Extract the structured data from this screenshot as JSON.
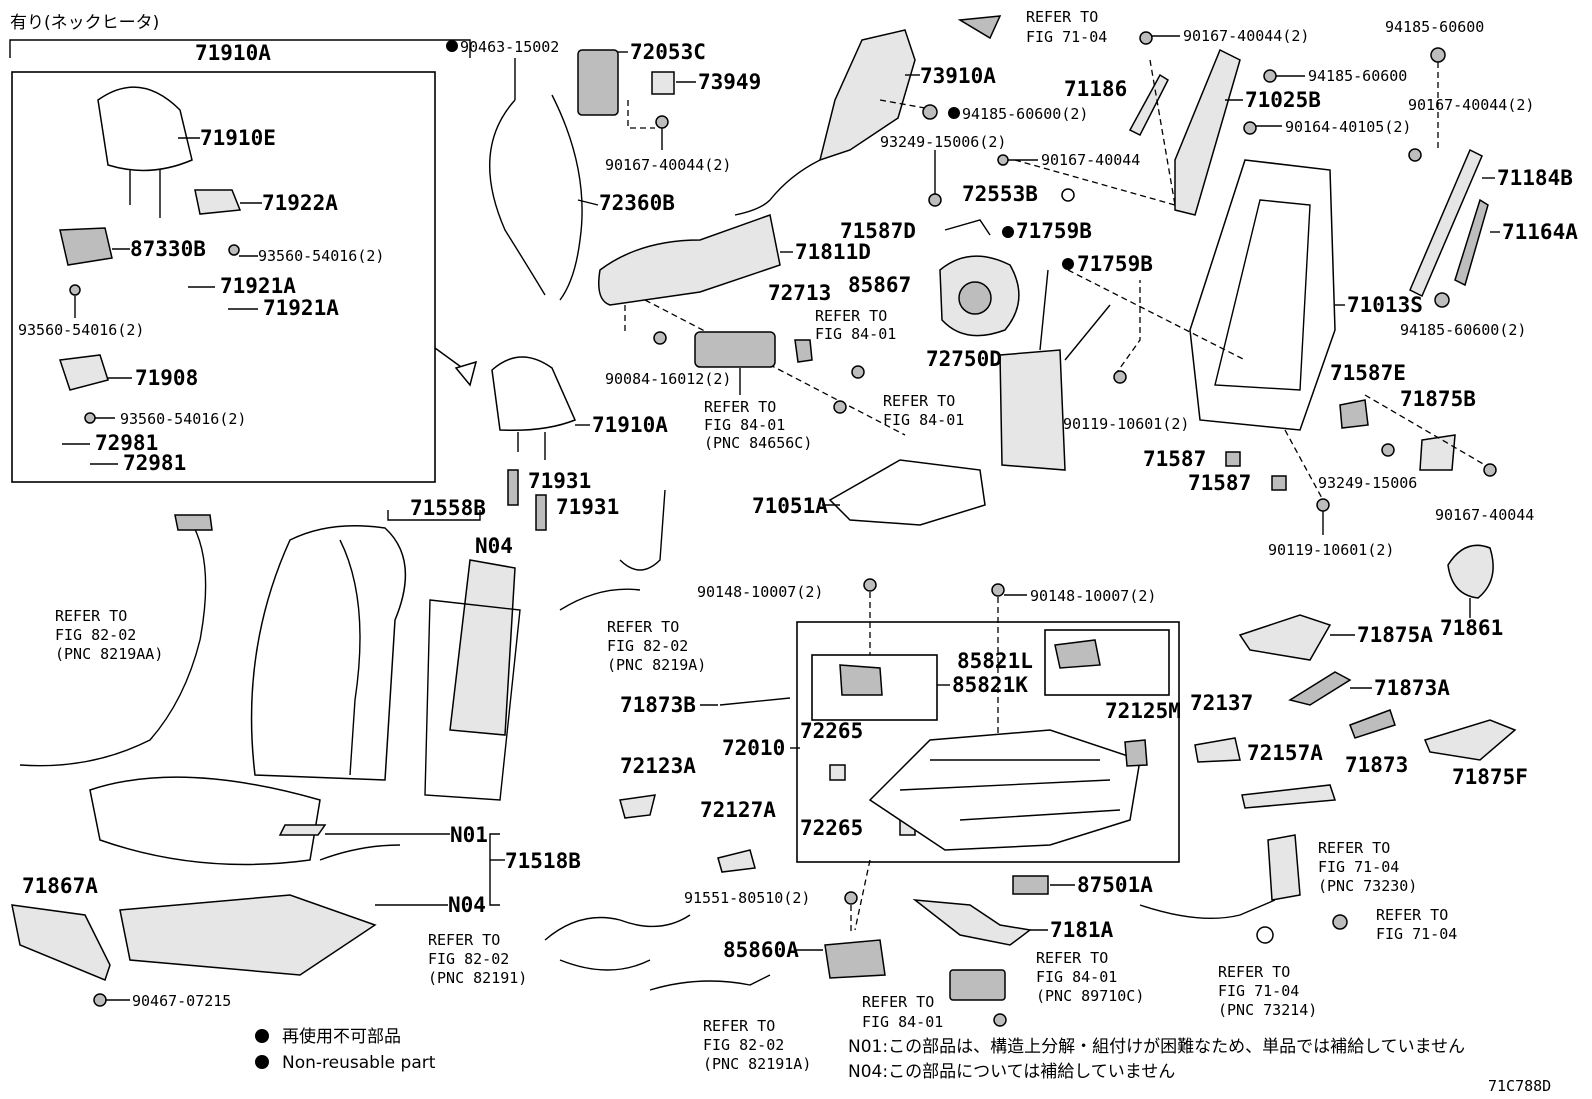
{
  "header": {
    "variant_note": "有り(ネックヒータ)"
  },
  "figure_code": "71C788D",
  "legend": [
    {
      "symbol": "●",
      "text": "再使用不可部品"
    },
    {
      "symbol": "●",
      "text": "Non-reusable part"
    }
  ],
  "notes": {
    "n01": "N01:この部品は、構造上分解・組付けが困難なため、単品では補給していません",
    "n04": "N04:この部品については補給していません"
  },
  "labels": {
    "p71910A_top": "71910A",
    "p71910E": "71910E",
    "p71922A": "71922A",
    "p87330B": "87330B",
    "p93560_1": "93560-54016(2)",
    "p71921A_1": "71921A",
    "p71921A_2": "71921A",
    "p93560_2": "93560-54016(2)",
    "p71908": "71908",
    "p93560_3": "93560-54016(2)",
    "p72981_1": "72981",
    "p72981_2": "72981",
    "p90463": "90463-15002",
    "p72053C": "72053C",
    "p73949": "73949",
    "p90167_a": "90167-40044(2)",
    "p72360B": "72360B",
    "p73910A": "73910A",
    "p94185_a": "94185-60600(2)",
    "p93249_a": "93249-15006(2)",
    "p90167_b": "90167-40044",
    "p72553B": "72553B",
    "p71587D": "71587D",
    "p71759B_1": "71759B",
    "p71759B_2": "71759B",
    "p71811D": "71811D",
    "p72713": "72713",
    "p85867": "85867",
    "p90084": "90084-16012(2)",
    "p72750D": "72750D",
    "p71910A_mid": "71910A",
    "p71931_1": "71931",
    "p71931_2": "71931",
    "p71051A": "71051A",
    "p90119_a": "90119-10601(2)",
    "p71587_1": "71587",
    "p71587_2": "71587",
    "p90119_b": "90119-10601(2)",
    "p90167_c": "90167-40044(2)",
    "p94185_b": "94185-60600",
    "p71186": "71186",
    "p71025B": "71025B",
    "p90164": "90164-40105(2)",
    "p94185_c": "94185-60600",
    "p90167_d": "90167-40044(2)",
    "p71184B": "71184B",
    "p71164A": "71164A",
    "p71013S": "71013S",
    "p94185_d": "94185-60600(2)",
    "p71587E": "71587E",
    "p71875B": "71875B",
    "p93249_b": "93249-15006",
    "p90167_e": "90167-40044",
    "p71861": "71861",
    "p71558B": "71558B",
    "pN04_a": "N04",
    "pN01": "N01",
    "pN04_b": "N04",
    "p71518B": "71518B",
    "p71867A": "71867A",
    "p90467": "90467-07215",
    "p90148_a": "90148-10007(2)",
    "p90148_b": "90148-10007(2)",
    "p85821L": "85821L",
    "p85821K": "85821K",
    "p71873B": "71873B",
    "p72010": "72010",
    "p72265_1": "72265",
    "p72265_2": "72265",
    "p72125M": "72125M",
    "p72123A": "72123A",
    "p72127A": "72127A",
    "p72137": "72137",
    "p72157A": "72157A",
    "p71875A": "71875A",
    "p71873A": "71873A",
    "p71873": "71873",
    "p71875F": "71875F",
    "p91551": "91551-80510(2)",
    "p85860A": "85860A",
    "p87501A": "87501A",
    "p7181A": "7181A"
  },
  "refer_to": {
    "fig7104_top": [
      "REFER TO",
      "FIG 71-04"
    ],
    "fig8401_a": [
      "REFER TO",
      "FIG 84-01"
    ],
    "fig8401_b": [
      "REFER TO",
      "FIG 84-01"
    ],
    "fig8401_pnc84656C": [
      "REFER TO",
      "FIG 84-01",
      "(PNC 84656C)"
    ],
    "fig8202_left": [
      "REFER TO",
      "FIG 82-02",
      "(PNC 8219AA)"
    ],
    "fig8202_mid": [
      "REFER TO",
      "FIG 82-02",
      "(PNC 8219A)"
    ],
    "fig8202_82191": [
      "REFER TO",
      "FIG 82-02",
      "(PNC 82191)"
    ],
    "fig8202_82191A": [
      "REFER TO",
      "FIG 82-02",
      "(PNC 82191A)"
    ],
    "fig8401_89710C": [
      "REFER TO",
      "FIG 84-01",
      "(PNC 89710C)"
    ],
    "fig8401_bottom": [
      "REFER TO",
      "FIG 84-01"
    ],
    "fig7104_73230": [
      "REFER TO",
      "FIG 71-04",
      "(PNC 73230)"
    ],
    "fig7104_right": [
      "REFER TO",
      "FIG 71-04"
    ],
    "fig7104_73214": [
      "REFER TO",
      "FIG 71-04",
      "(PNC 73214)"
    ]
  }
}
